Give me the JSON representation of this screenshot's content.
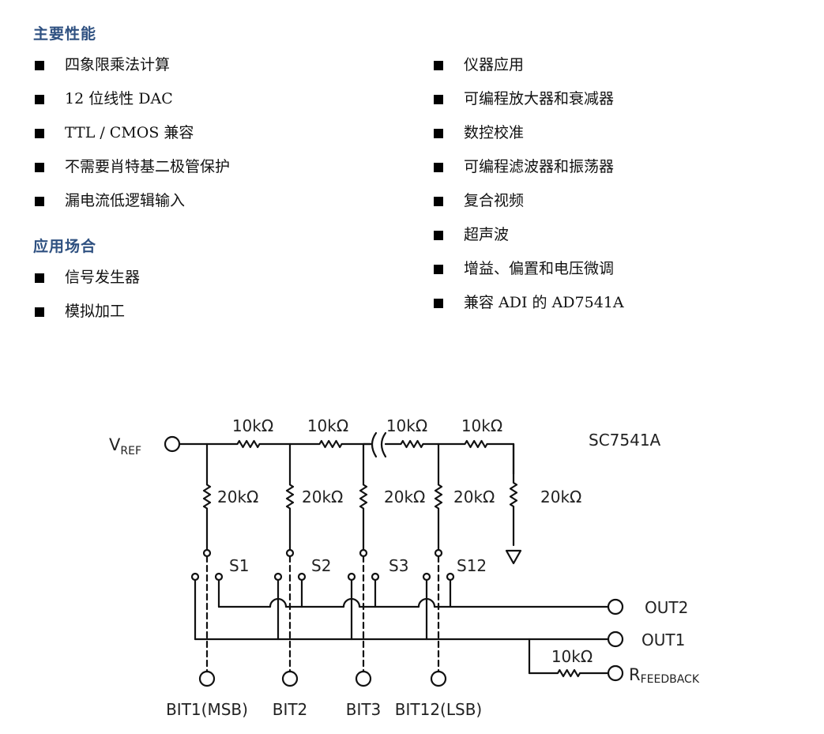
{
  "features": {
    "heading": "主要性能",
    "items": [
      "四象限乘法计算",
      "12 位线性 DAC",
      "TTL / CMOS 兼容",
      "不需要肖特基二极管保护",
      "漏电流低逻辑输入"
    ]
  },
  "applications_heading": {
    "heading": "应用场合",
    "items": [
      "信号发生器",
      "模拟加工"
    ]
  },
  "applications_right": {
    "items": [
      "仪器应用",
      "可编程放大器和衰减器",
      "数控校准",
      "可编程滤波器和振荡器",
      "复合视频",
      "超声波",
      "增益、偏置和电压微调",
      "兼容 ADI 的 AD7541A"
    ]
  },
  "diagram": {
    "part_name": "SC7541A",
    "vref_main": "V",
    "vref_sub": "REF",
    "series_resistors": [
      "10kΩ",
      "10kΩ",
      "10kΩ",
      "10kΩ"
    ],
    "shunt_resistors": [
      "20kΩ",
      "20kΩ",
      "20kΩ",
      "20kΩ",
      "20kΩ"
    ],
    "switches": [
      "S1",
      "S2",
      "S3",
      "S12"
    ],
    "bits": [
      "BIT1(MSB)",
      "BIT2",
      "BIT3",
      "BIT12(LSB)"
    ],
    "out2": "OUT2",
    "out1": "OUT1",
    "feedback_resistor": "10kΩ",
    "rfb_main": "R",
    "rfb_sub": "FEEDBACK"
  }
}
